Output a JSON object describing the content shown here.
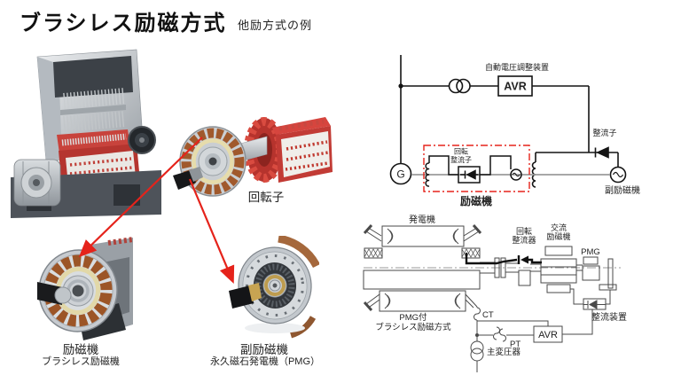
{
  "title": "ブラシレス励磁方式",
  "subtitle": "他励方式の例",
  "colors": {
    "accent_red": "#e5231b"
  },
  "photos": {
    "rotor_caption": "回転子",
    "exciter_title": "励磁機",
    "exciter_caption": "ブラシレス励磁機",
    "sub_exciter_title": "副励磁機",
    "sub_exciter_caption": "永久磁石発電機（PMG）"
  },
  "circuit": {
    "avr_device": "自動電圧調整装置",
    "avr": "AVR",
    "rectifier": "整流子",
    "generator": "G",
    "rot_rect_l1": "回転",
    "rot_rect_l2": "整流子",
    "exciter": "励磁機",
    "sub_exciter": "副励磁機"
  },
  "schematic": {
    "generator": "発電機",
    "rot_rect_l1": "回転",
    "rot_rect_l2": "整流器",
    "ac_exciter_l1": "交流",
    "ac_exciter_l2": "励磁機",
    "pmg": "PMG",
    "rectifier_device": "整流装置",
    "ct": "CT",
    "pt": "PT",
    "avr": "AVR",
    "main_transformer": "主変圧器",
    "caption_l1": "PMG付",
    "caption_l2": "ブラシレス励磁方式"
  }
}
